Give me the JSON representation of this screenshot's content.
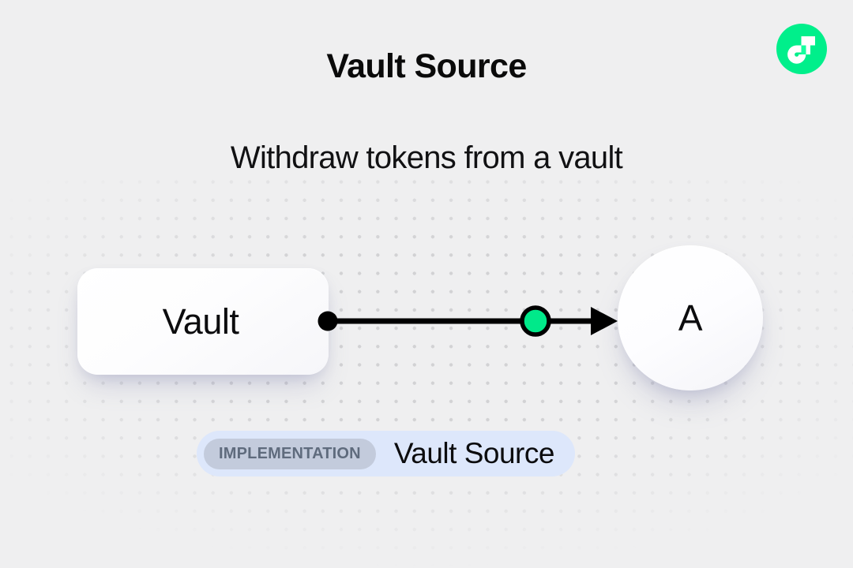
{
  "header": {
    "title": "Vault Source",
    "subtitle": "Withdraw tokens from a vault"
  },
  "brand": {
    "logo_icon": "flow-logo-icon",
    "logo_bg": "#00ef8b",
    "logo_mark": "#ffffff"
  },
  "diagram": {
    "nodes": [
      {
        "id": "vault",
        "label": "Vault",
        "shape": "rounded-rect"
      },
      {
        "id": "target",
        "label": "A",
        "shape": "circle"
      }
    ],
    "edge": {
      "from": "vault",
      "to": "target",
      "source_handle_color": "#000000",
      "line_color": "#000000",
      "marker_color": "#00e98a",
      "marker_stroke": "#000000",
      "arrowhead": "triangle-right"
    }
  },
  "badge": {
    "tag": "IMPLEMENTATION",
    "name": "Vault Source",
    "bar_color": "#dde7fb",
    "tag_bg": "#c3cbdc",
    "tag_text": "#5f6b7d"
  },
  "canvas": {
    "background": "#efeff0",
    "dot_color": "#d2d2d4"
  }
}
